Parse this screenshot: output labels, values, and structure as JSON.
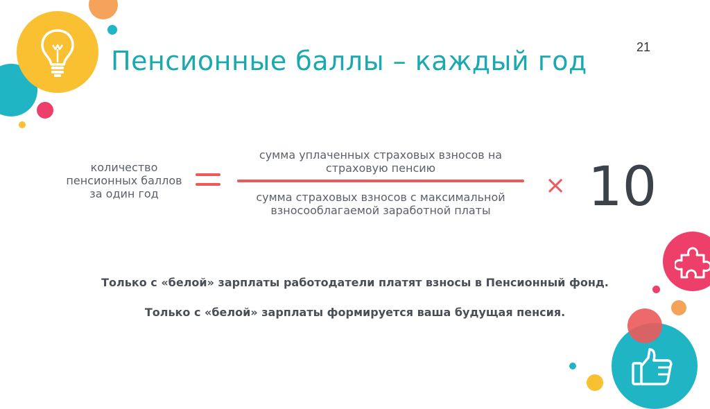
{
  "slide": {
    "title": "Пенсионные баллы – каждый год",
    "number": "21"
  },
  "formula": {
    "left_term": "количество пенсионных баллов за один год",
    "equals_symbol": "=",
    "numerator": "сумма уплаченных страховых взносов на страховую пенсию",
    "denominator": "сумма страховых взносов с максимальной взносооблагаемой заработной платы",
    "multiply_symbol": "×",
    "multiplier": "10"
  },
  "notes": [
    "Только с «белой» зарплаты работодатели платят взносы в Пенсионный фонд.",
    "Только с «белой» зарплаты формируется ваша будущая пенсия."
  ],
  "icons": {
    "top_left": "lightbulb-icon",
    "right_middle": "puzzle-piece-icon",
    "bottom_right": "thumbs-up-icon"
  },
  "colors": {
    "title": "#19a9ae",
    "accent_red": "#ec5a5a",
    "yellow": "#f9c032",
    "orange": "#f5a35a",
    "teal": "#1fb5c4",
    "pink": "#ee3f6a",
    "text": "#4a4f57"
  }
}
